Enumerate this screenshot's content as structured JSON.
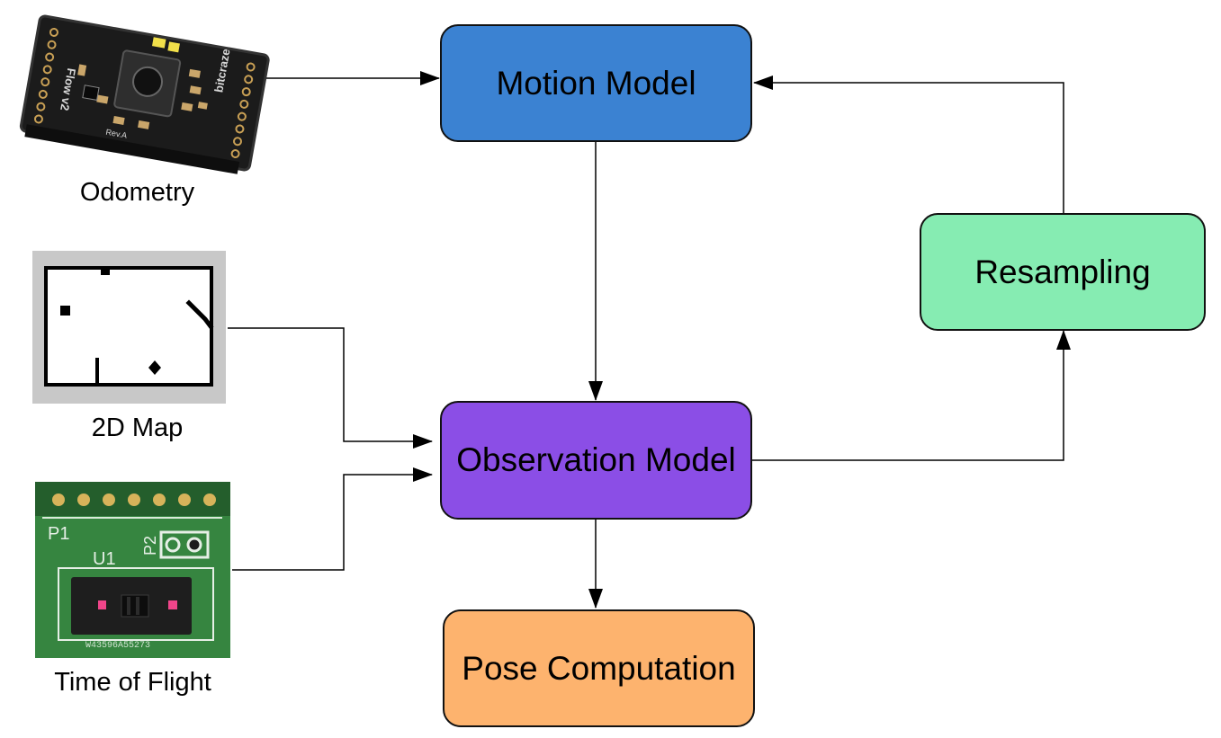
{
  "nodes": {
    "motion_model": {
      "label": "Motion Model",
      "color": "#3b82d2"
    },
    "observation_model": {
      "label": "Observation Model",
      "color": "#8b4ee6"
    },
    "resampling": {
      "label": "Resampling",
      "color": "#86ecb2"
    },
    "pose_computation": {
      "label": "Pose Computation",
      "color": "#fdb36e"
    }
  },
  "inputs": {
    "odometry": {
      "caption": "Odometry",
      "board_text": "Flow v2",
      "brand_text": "bitcraze",
      "rev_text": "Rev.A"
    },
    "map": {
      "caption": "2D Map"
    },
    "tof": {
      "caption": "Time of Flight",
      "labels": [
        "P1",
        "P2",
        "U1"
      ],
      "chip_text": "W43596A55273"
    }
  },
  "edges": [
    {
      "from": "odometry",
      "to": "motion_model"
    },
    {
      "from": "map",
      "to": "observation_model"
    },
    {
      "from": "tof",
      "to": "observation_model"
    },
    {
      "from": "motion_model",
      "to": "observation_model"
    },
    {
      "from": "observation_model",
      "to": "pose_computation"
    },
    {
      "from": "observation_model",
      "to": "resampling"
    },
    {
      "from": "resampling",
      "to": "motion_model"
    }
  ]
}
